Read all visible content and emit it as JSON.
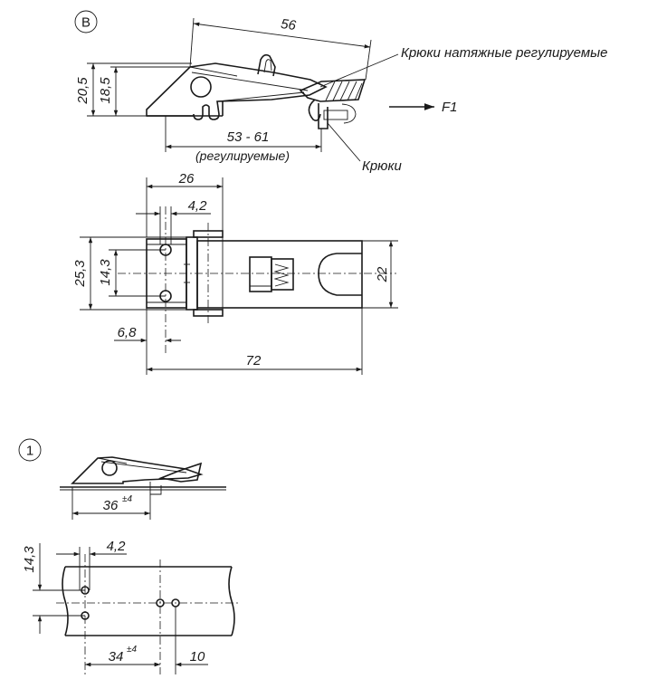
{
  "markers": {
    "view_b": "B",
    "variant_1": "1"
  },
  "labels": {
    "hooks_adjustable": "Крюки натяжные регулируемые",
    "hooks": "Крюки",
    "force": "F1",
    "adjustable_note": "(регулируемые)"
  },
  "dims": {
    "d56": "56",
    "d20_5": "20,5",
    "d18_5": "18,5",
    "d53_61": "53 - 61",
    "d26": "26",
    "d4_2_top": "4,2",
    "d25_3": "25,3",
    "d14_3_top": "14,3",
    "d22": "22",
    "d6_8": "6,8",
    "d72": "72",
    "d36": "36",
    "d36_tol": "±4",
    "d14_3_bottom": "14,3",
    "d4_2_bottom": "4,2",
    "d34": "34",
    "d34_tol": "±4",
    "d10": "10"
  }
}
